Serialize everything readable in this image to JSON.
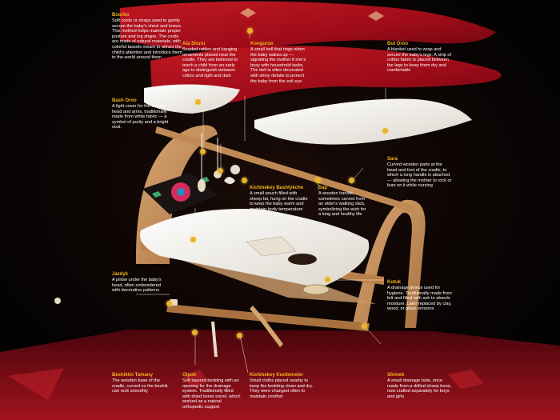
{
  "colors": {
    "accent": "#f2b51c",
    "background": "#050303",
    "fabric": "#a8101c",
    "wood": "#c9935f",
    "mattress": "#f4f1ea"
  },
  "annotations": [
    {
      "key": "boorbo",
      "title": "Boorbo",
      "text": "Soft cords or straps used to gently secure the baby's chest and knees. This method helps maintain proper posture and leg shape. The cords are made of natural materials, with colorful tassels meant to attract the child's attention and introduce them to the world around them"
    },
    {
      "key": "ala-shuru",
      "title": "Ala Shuru",
      "text": "Beaded rattles and hanging ornaments placed near the cradle. They are believed to teach a child from an early age to distinguish between colors and light and dark"
    },
    {
      "key": "konguroo",
      "title": "Konguroo",
      "text": "A small bell that rings when the baby wakes up — signaling the mother if she's busy with household tasks. The bell is often decorated with shiny details to protect the baby from the evil eye"
    },
    {
      "key": "but-oroo",
      "title": "But Oroo",
      "text": "A blanket used to wrap and secure the baby's legs. A strip of cotton fabric is placed between the legs to keep them dry and comfortable"
    },
    {
      "key": "bash-oroo",
      "title": "Bash Oroo",
      "text": "A light cover for the baby's head and arms, traditionally made from white fabric — a symbol of purity and a bright soul."
    },
    {
      "key": "sara",
      "title": "Sara",
      "text": "Curved wooden parts at the head and foot of the cradle, to which a long handle is attached — allowing the mother to rock or lean on it while nursing"
    },
    {
      "key": "kichinekey-bashtykche",
      "title": "Kichinekey Bashtykche",
      "text": "A small pouch filled with sheep fat, hung on the cradle to keep the baby warm and maintain body temperature"
    },
    {
      "key": "sap",
      "title": "Sap",
      "text": "A wooden handle, sometimes carved from an elder's walking stick, symbolizing the wish for a long and healthy life"
    },
    {
      "key": "jazdyk",
      "title": "Jazdyk",
      "text": "A pillow under the baby's head, often embroidered with decorative patterns"
    },
    {
      "key": "kutuk",
      "title": "Kutuk",
      "text": "A drainage device used for hygiene. Traditionally made from felt and filled with ash to absorb moisture. Later replaced by clay, wood, or glass versions"
    },
    {
      "key": "beshiktin-tamany",
      "title": "Beshiktin Tamany",
      "text": "The wooden base of the cradle, curved so the beshik can rock smoothly"
    },
    {
      "key": "olpok",
      "title": "Olpok",
      "text": "Soft layered bedding with an opening for the drainage system. Traditionally filled with dried horse sorrel, which worked as a natural orthopedic support"
    },
    {
      "key": "kichinekey-kezdemeler",
      "title": "Kichinekey Kezdemeler",
      "text": "Small cloths placed nearby to keep the bedding clean and dry. They were changed often to maintain comfort"
    },
    {
      "key": "shimek",
      "title": "Shimek",
      "text": "A small drainage tube, once made from a drilled sheep bone, now crafted separately for boys and girls"
    }
  ]
}
